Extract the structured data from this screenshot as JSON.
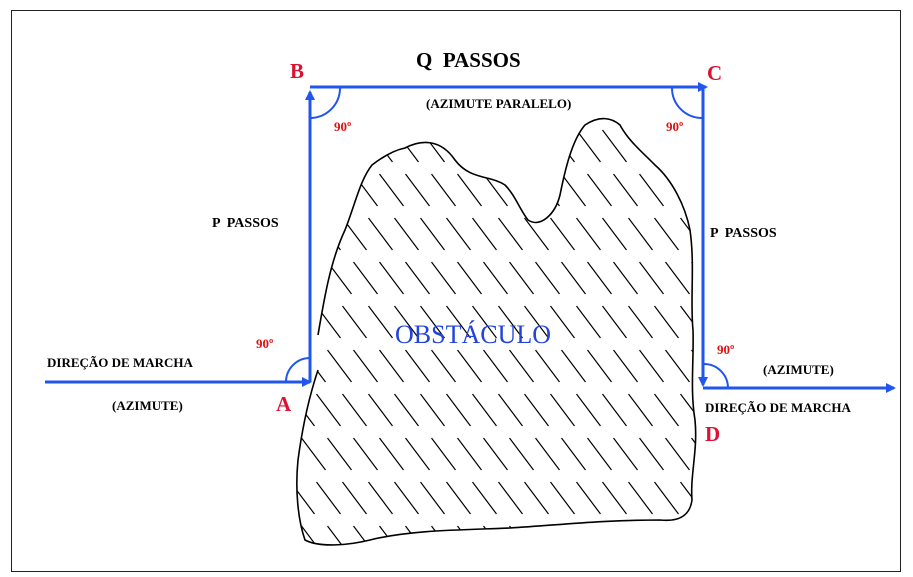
{
  "diagram": {
    "points": {
      "a": "A",
      "b": "B",
      "c": "C",
      "d": "D"
    },
    "top_label": "Q  PASSOS",
    "parallel_azimuth": "(AZIMUTE PARALELO)",
    "left_side_label": "P  PASSOS",
    "right_side_label": "P  PASSOS",
    "obstacle_label": "OBSTÁCULO",
    "angles": {
      "at_a": "90º",
      "at_b": "90º",
      "at_c": "90º",
      "at_d": "90º"
    },
    "left_direction": "DIREÇÃO DE MARCHA",
    "left_azimuth": "(AZIMUTE)",
    "right_direction": "DIREÇÃO DE MARCHA",
    "right_azimuth": "(AZIMUTE)",
    "colors": {
      "path": "#2255ee",
      "point_labels": "#dd1133",
      "angle_labels": "#dd1111",
      "text": "#000000",
      "obstacle_label": "#2244dd"
    }
  }
}
